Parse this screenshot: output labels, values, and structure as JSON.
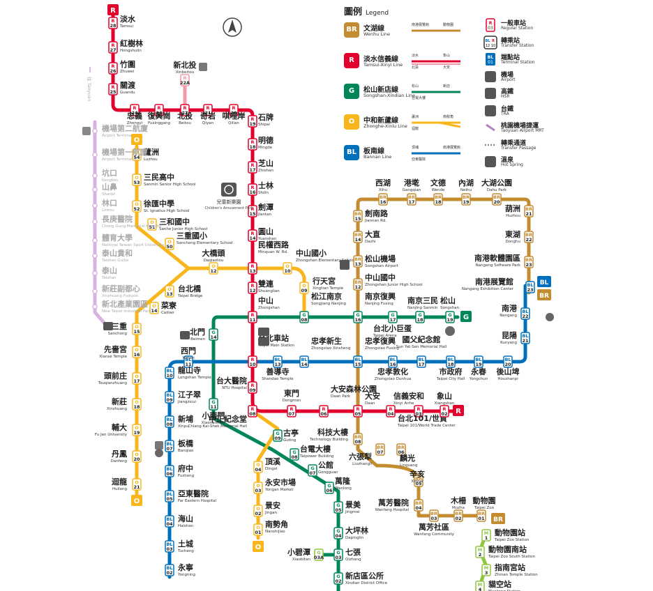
{
  "legend": {
    "title": "圖例",
    "title_en": "Legend",
    "lines": [
      {
        "code": "BR",
        "name": "文湖線",
        "en": "Wenhu Line",
        "color": "#c48c31"
      },
      {
        "code": "R",
        "name": "淡水信義線",
        "en": "Tamsui-Xinyi Line",
        "color": "#e3002c"
      },
      {
        "code": "G",
        "name": "松山新店線",
        "en": "Songshan-Xindian Line",
        "color": "#008659"
      },
      {
        "code": "O",
        "name": "中和新蘆線",
        "en": "Zhonghe-Xinlu Line",
        "color": "#f8b61c"
      },
      {
        "code": "BL",
        "name": "板南線",
        "en": "Bannan Line",
        "color": "#0070bd"
      }
    ],
    "symbols": [
      {
        "name": "一般車站",
        "en": "Regular Station",
        "icon": "regular-station-icon"
      },
      {
        "name": "轉乘站",
        "en": "Transfer Station",
        "icon": "transfer-station-icon"
      },
      {
        "name": "端點站",
        "en": "Terminal Station",
        "icon": "terminal-station-icon"
      },
      {
        "name": "機場",
        "en": "Airport",
        "icon": "airport-icon"
      },
      {
        "name": "高鐵",
        "en": "HSR",
        "icon": "hsr-icon"
      },
      {
        "name": "台鐵",
        "en": "TRA",
        "icon": "tra-icon"
      },
      {
        "name": "桃園機場捷運",
        "en": "Taoyuan Airport MRT",
        "icon": "airport-mrt-icon"
      },
      {
        "name": "轉乘通道",
        "en": "Transfer Passage",
        "icon": "transfer-passage-icon"
      },
      {
        "name": "溫泉",
        "en": "Hot Spring",
        "icon": "hot-spring-icon"
      }
    ],
    "samples": [
      [
        "南港展覽館",
        "動物園"
      ],
      [
        "淡水",
        "象山",
        "北投",
        "大安"
      ],
      [
        "松山",
        "新店",
        "台電大樓"
      ],
      [
        "蘆洲",
        "南勢角",
        "迴龍"
      ],
      [
        "頂埔",
        "南港展覽館",
        "亞東醫院"
      ]
    ]
  },
  "poi": {
    "childrens_park": "兒童新樂園",
    "childrens_park_en": "Children's Amusement Park",
    "taipei_main_label": "台北車站",
    "airport_line_label": "往 Taoyuan"
  },
  "stations": [
    {
      "id": "R28",
      "name": "淡水",
      "en": "Tamsui"
    },
    {
      "id": "R27",
      "name": "紅樹林",
      "en": "Hongshulin"
    },
    {
      "id": "R26",
      "name": "竹圍",
      "en": "Zhuwei"
    },
    {
      "id": "R25",
      "name": "關渡",
      "en": "Guandu"
    },
    {
      "id": "R24",
      "name": "忠義",
      "en": "Zhongyi"
    },
    {
      "id": "R23",
      "name": "復興崗",
      "en": "Fuxinggang"
    },
    {
      "id": "R22",
      "name": "北投",
      "en": "Beitou"
    },
    {
      "id": "R21",
      "name": "奇岩",
      "en": "Qiyan"
    },
    {
      "id": "R20",
      "name": "唭哩岸",
      "en": "Qilian"
    },
    {
      "id": "R19",
      "name": "石牌",
      "en": "Shipai"
    },
    {
      "id": "R18",
      "name": "明德",
      "en": "Mingde"
    },
    {
      "id": "R17",
      "name": "芝山",
      "en": "Zhishan"
    },
    {
      "id": "R16",
      "name": "士林",
      "en": "Shilin"
    },
    {
      "id": "R15",
      "name": "劍潭",
      "en": "Jiantan"
    },
    {
      "id": "R14",
      "name": "圓山",
      "en": "Yuanshan"
    },
    {
      "id": "R13",
      "name": "民權西路",
      "en": "Minquan W. Rd."
    },
    {
      "id": "R12",
      "name": "雙連",
      "en": "Shuanglian"
    },
    {
      "id": "R11",
      "name": "中山",
      "en": "Zhongshan"
    },
    {
      "id": "R10",
      "name": "台北車站",
      "en": "Taipei Main Station"
    },
    {
      "id": "R09",
      "name": "台大醫院",
      "en": "NTU Hospital"
    },
    {
      "id": "R08",
      "name": "中正紀念堂",
      "en": "Chiang Kai-Shek Memorial Hall"
    },
    {
      "id": "R07",
      "name": "東門",
      "en": "Dongmen"
    },
    {
      "id": "R06",
      "name": "大安森林公園",
      "en": "Daan Park"
    },
    {
      "id": "R05",
      "name": "大安",
      "en": "Daan"
    },
    {
      "id": "R04",
      "name": "信義安和",
      "en": "Xinyi Anhe"
    },
    {
      "id": "R03",
      "name": "台北101/世貿",
      "en": "Taipei 101/World Trade Center"
    },
    {
      "id": "R02",
      "name": "象山",
      "en": "Xiangshan"
    },
    {
      "id": "R22A",
      "name": "新北投",
      "en": "Xinbeitou"
    },
    {
      "id": "O54",
      "name": "蘆洲",
      "en": "Luzhou"
    },
    {
      "id": "O53",
      "name": "三民高中",
      "en": "Sanmin Senior High School"
    },
    {
      "id": "O52",
      "name": "徐匯中學",
      "en": "St. Ignatius High School"
    },
    {
      "id": "O51",
      "name": "三和國中",
      "en": "Sanhe Junior High School"
    },
    {
      "id": "O50",
      "name": "三重國小",
      "en": "Sanchong Elementary School"
    },
    {
      "id": "O12",
      "name": "大橋頭",
      "en": "Daqiaotou"
    },
    {
      "id": "O10",
      "name": "中山國小",
      "en": "Zhongshan Elementary School"
    },
    {
      "id": "O09",
      "name": "行天宮",
      "en": "Xingtian Temple"
    },
    {
      "id": "O13",
      "name": "台北橋",
      "en": "Taipei Bridge"
    },
    {
      "id": "O14",
      "name": "菜寮",
      "en": "Cailiao"
    },
    {
      "id": "O15",
      "name": "三重",
      "en": "Sanchong"
    },
    {
      "id": "O16",
      "name": "先嗇宮",
      "en": "Xianse Temple"
    },
    {
      "id": "O17",
      "name": "頭前庄",
      "en": "Touqianzhuang"
    },
    {
      "id": "O18",
      "name": "新莊",
      "en": "Xinzhuang"
    },
    {
      "id": "O19",
      "name": "輔大",
      "en": "Fu Jen University"
    },
    {
      "id": "O20",
      "name": "丹鳳",
      "en": "Danfeng"
    },
    {
      "id": "O21",
      "name": "迴龍",
      "en": "Huilong"
    },
    {
      "id": "O04",
      "name": "頂溪",
      "en": "Dingxi"
    },
    {
      "id": "O03",
      "name": "永安市場",
      "en": "Yongan Market"
    },
    {
      "id": "O02",
      "name": "景安",
      "en": "Jingan"
    },
    {
      "id": "O01",
      "name": "南勢角",
      "en": "Nanshijiao"
    },
    {
      "id": "G08",
      "name": "松江南京",
      "en": "Songjiang Nanjing"
    },
    {
      "id": "G14",
      "name": "北門",
      "en": "Beimen"
    },
    {
      "id": "G16",
      "name": "南京復興",
      "en": "Nanjing Fuxing"
    },
    {
      "id": "G17",
      "name": "台北小巨蛋",
      "en": "Taipei Arena"
    },
    {
      "id": "G18",
      "name": "南京三民",
      "en": "Nanjing Sanmin"
    },
    {
      "id": "G19",
      "name": "松山",
      "en": "Songshan"
    },
    {
      "id": "G11",
      "name": "小南門",
      "en": "Xiaonanmen"
    },
    {
      "id": "G09",
      "name": "古亭",
      "en": "Guting"
    },
    {
      "id": "G08b",
      "name": "台電大樓",
      "en": "Taipower Building"
    },
    {
      "id": "G07",
      "name": "公館",
      "en": "Gongguan"
    },
    {
      "id": "G06",
      "name": "萬隆",
      "en": "Wanlong"
    },
    {
      "id": "G05",
      "name": "景美",
      "en": "Jingmei"
    },
    {
      "id": "G04",
      "name": "大坪林",
      "en": "Dapinglin"
    },
    {
      "id": "G03",
      "name": "七張",
      "en": "Qizhang"
    },
    {
      "id": "G03A",
      "name": "小碧潭",
      "en": "Xiaobitan"
    },
    {
      "id": "G02",
      "name": "新店區公所",
      "en": "Xindian District Office"
    },
    {
      "id": "BL11",
      "name": "西門",
      "en": "Ximen"
    },
    {
      "id": "BL13",
      "name": "善導寺",
      "en": "Shandao Temple"
    },
    {
      "id": "BL14",
      "name": "忠孝新生",
      "en": "Zhongxiao Xinsheng"
    },
    {
      "id": "BL15",
      "name": "忠孝復興",
      "en": "Zhongxiao Fuxing"
    },
    {
      "id": "BL16",
      "name": "忠孝敦化",
      "en": "Zhongxiao Dunhua"
    },
    {
      "id": "BL17",
      "name": "國父紀念館",
      "en": "Sun Yat-Sen Memorial Hall"
    },
    {
      "id": "BL18",
      "name": "市政府",
      "en": "Taipei City Hall"
    },
    {
      "id": "BL19",
      "name": "永春",
      "en": "Yongchun"
    },
    {
      "id": "BL20",
      "name": "後山埤",
      "en": "Houshanpi"
    },
    {
      "id": "BL21",
      "name": "昆陽",
      "en": "Kunyang"
    },
    {
      "id": "BL22",
      "name": "南港",
      "en": "Nangang"
    },
    {
      "id": "BL23",
      "name": "南港展覽館",
      "en": "Nangang Exhibition Center"
    },
    {
      "id": "BL10",
      "name": "龍山寺",
      "en": "Longshan Temple"
    },
    {
      "id": "BL09",
      "name": "江子翠",
      "en": "Jiangzicui"
    },
    {
      "id": "BL08",
      "name": "新埔",
      "en": "Xinpu"
    },
    {
      "id": "BL07",
      "name": "板橋",
      "en": "Banqiao"
    },
    {
      "id": "BL06",
      "name": "府中",
      "en": "Fuzhong"
    },
    {
      "id": "BL05",
      "name": "亞東醫院",
      "en": "Far Eastern Hospital"
    },
    {
      "id": "BL04",
      "name": "海山",
      "en": "Haishan"
    },
    {
      "id": "BL03",
      "name": "土城",
      "en": "Tucheng"
    },
    {
      "id": "BL02",
      "name": "永寧",
      "en": "Yongning"
    },
    {
      "id": "BR15",
      "name": "劍南路",
      "en": "Jiannan Rd."
    },
    {
      "id": "BR14",
      "name": "大直",
      "en": "Dazhi"
    },
    {
      "id": "BR13",
      "name": "松山機場",
      "en": "Songshan Airport"
    },
    {
      "id": "BR12",
      "name": "中山國中",
      "en": "Zhongshan Junior High School"
    },
    {
      "id": "BR16",
      "name": "西湖",
      "en": "Xihu"
    },
    {
      "id": "BR17",
      "name": "港墘",
      "en": "Gangqian"
    },
    {
      "id": "BR18",
      "name": "文德",
      "en": "Wende"
    },
    {
      "id": "BR19",
      "name": "內湖",
      "en": "Neihu"
    },
    {
      "id": "BR20",
      "name": "大湖公園",
      "en": "Dahu Park"
    },
    {
      "id": "BR21",
      "name": "葫洲",
      "en": "Huzhou"
    },
    {
      "id": "BR22",
      "name": "東湖",
      "en": "Donghu"
    },
    {
      "id": "BR23",
      "name": "南港軟體園區",
      "en": "Nangang Software Park"
    },
    {
      "id": "BR08",
      "name": "科技大樓",
      "en": "Technology Building"
    },
    {
      "id": "BR07",
      "name": "六張犁",
      "en": "Liuzhangli"
    },
    {
      "id": "BR06",
      "name": "麟光",
      "en": "Linguang"
    },
    {
      "id": "BR05",
      "name": "辛亥",
      "en": "Xinhai"
    },
    {
      "id": "BR04",
      "name": "萬芳醫院",
      "en": "Wanfang Hospital"
    },
    {
      "id": "BR03",
      "name": "萬芳社區",
      "en": "Wanfang Community"
    },
    {
      "id": "BR02",
      "name": "木柵",
      "en": "Muzha"
    },
    {
      "id": "BR01",
      "name": "動物園",
      "en": "Taipei Zoo"
    },
    {
      "id": "A1",
      "name": "機場第二航廈",
      "en": "Airport Terminal 2"
    },
    {
      "id": "A2",
      "name": "機場第一航廈",
      "en": "Airport Terminal 1"
    },
    {
      "id": "A3",
      "name": "坑口",
      "en": "Kengkou"
    },
    {
      "id": "A4",
      "name": "山鼻",
      "en": "Shanbi"
    },
    {
      "id": "A5",
      "name": "林口",
      "en": "Linkou"
    },
    {
      "id": "A6",
      "name": "長庚醫院",
      "en": "Chang Gung Memorial Hospital"
    },
    {
      "id": "A7",
      "name": "體育大學",
      "en": "National Taiwan Sport University"
    },
    {
      "id": "A8",
      "name": "泰山貴和",
      "en": "Taishan Guihe"
    },
    {
      "id": "A9",
      "name": "泰山",
      "en": "Taishan"
    },
    {
      "id": "A10",
      "name": "新北產業園區",
      "en": "New Taipei Industrial Park"
    },
    {
      "id": "A11",
      "name": "新莊副都心",
      "en": "Xinzhuang Fuduxin"
    },
    {
      "id": "M1",
      "name": "動物園站",
      "en": "Taipei Zoo Station"
    },
    {
      "id": "M2",
      "name": "動物園南站",
      "en": "Taipei Zoo South Station"
    },
    {
      "id": "M3",
      "name": "指南宮站",
      "en": "Zhinan Temple Station"
    },
    {
      "id": "M4",
      "name": "貓空站",
      "en": "Maokong Station"
    }
  ]
}
